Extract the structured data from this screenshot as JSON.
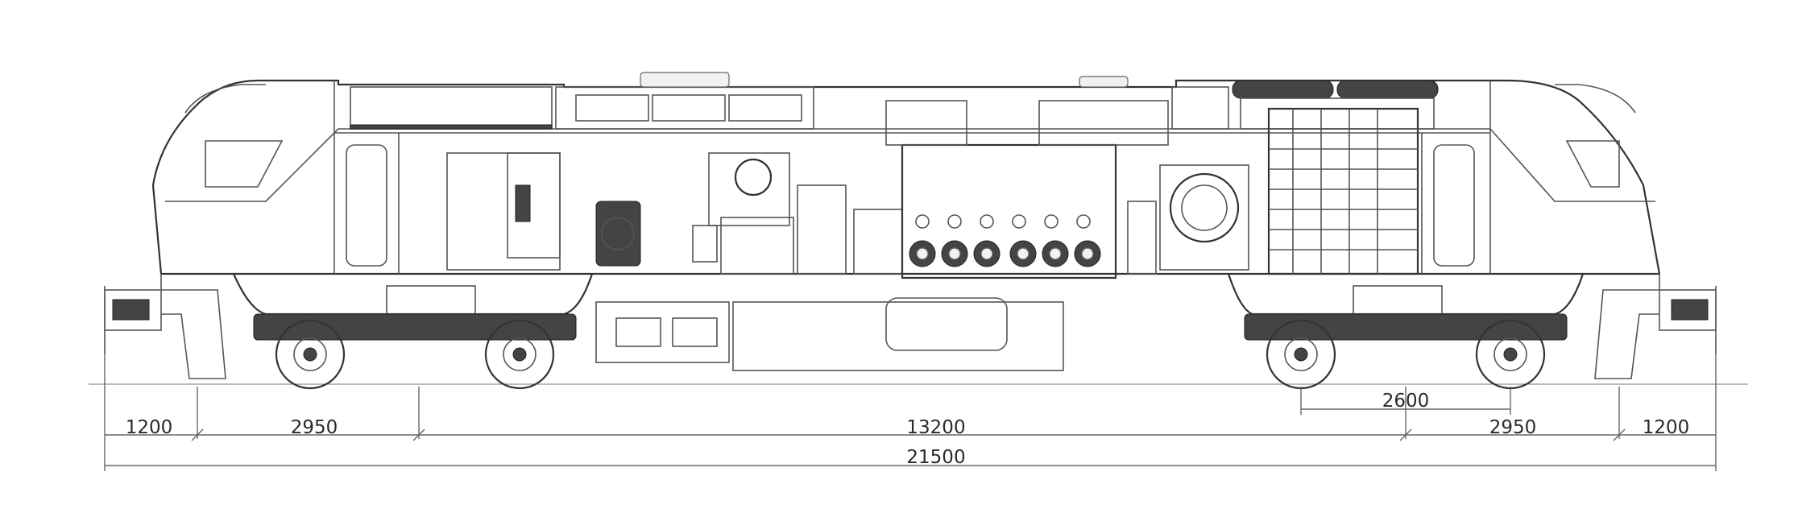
{
  "dimensions": {
    "overall_length": "21500",
    "bogie_centres": "13200",
    "bogie_wheelbase_left": "2950",
    "bogie_wheelbase_right": "2950",
    "overhang_left": "1200",
    "overhang_right": "1200",
    "wheelbase_inner": "2600"
  },
  "icons": [
    "locomotive-side-elevation",
    "bogie",
    "wheel",
    "radiator-grille",
    "diesel-engine"
  ]
}
